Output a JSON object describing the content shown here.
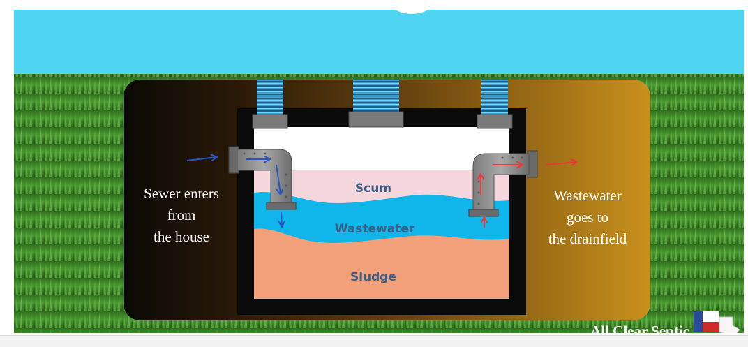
{
  "diagram": {
    "inlet_caption": [
      "Sewer enters",
      "from",
      "the house"
    ],
    "outlet_caption": [
      "Wastewater",
      "goes to",
      "the drainfield"
    ],
    "layers": {
      "scum": "Scum",
      "wastewater": "Wastewater",
      "sludge": "Sludge"
    },
    "brand": "All Clear Septic"
  },
  "colors": {
    "sky": "#4fd5f2",
    "grass": "#3f8a2a",
    "scum": "#f4d6dc",
    "wastewater": "#10b5ea",
    "sludge": "#f1a07a",
    "inlet_arrow": "#2a55c8",
    "outlet_arrow": "#e83a3a",
    "label": "#3e5f86"
  }
}
